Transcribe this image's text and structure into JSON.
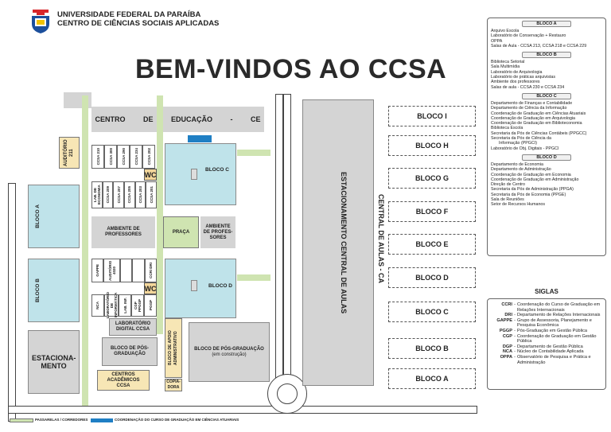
{
  "header": {
    "university": "UNIVERSIDADE FEDERAL DA PARAÍBA",
    "center": "CENTRO DE CIÊNCIAS SOCIAIS APLICADAS",
    "welcome": "BEM-VINDOS AO CCSA"
  },
  "map": {
    "centro_educacao": "CENTRO DE EDUCAÇÃO - CE",
    "auditorio_211": "AUDITÓRIO 211",
    "bloco_a": "BLOCO A",
    "bloco_b": "BLOCO B",
    "bloco_c": "BLOCO C",
    "bloco_d": "BLOCO D",
    "ambiente_professores": "AMBIENTE DE PROFESSORES",
    "praca": "PRAÇA",
    "ambiente_professores_2": "AMBIENTE DE PROFES-SORES",
    "wc": "WC",
    "estacionamento": "ESTACIONA-MENTO",
    "laboratorio_digital": "LABORATÓRIO DIGITAL CCSA",
    "bloco_pos": "BLOCO DE PÓS-GRADUAÇÃO",
    "centros_academicos": "CENTROS ACADÊMICOS CCSA",
    "bloco_apoio": "BLOCO DE APOIO ADMINISTRATIVO",
    "copiadora": "COPIA-DORA",
    "bloco_pos_construcao": "BLOCO DE PÓS-GRADUAÇÃO",
    "em_construcao": "(em construção)",
    "estacionamento_central": "ESTACIONAMENTO CENTRAL DE AULAS",
    "central_aulas": "CENTRAL DE AULAS - CA",
    "rooms_top": [
      "CCSA 210",
      "CCSA 300",
      "CCSA 290",
      "CCSA 234",
      "CCSA 202"
    ],
    "rooms_mid": [
      "LAB. DE ECONOMIA",
      "CCSA 209",
      "CCSA 207",
      "CCSA 205",
      "CCSA 203",
      "CCSA 201"
    ],
    "rooms_b": [
      "GAPPE",
      "AUDITÓRIO 4020",
      "",
      "",
      "CCRI DRI"
    ],
    "rooms_b2": [
      "NCA",
      "LABORATÓRIO DE INFORMÁTICA",
      "LAB. INF.",
      "CGP PPGGP",
      "PGGP"
    ],
    "ca_blocks": [
      "BLOCO I",
      "BLOCO H",
      "BLOCO G",
      "BLOCO F",
      "BLOCO E",
      "BLOCO D",
      "BLOCO C",
      "BLOCO B",
      "BLOCO A"
    ]
  },
  "legend": {
    "passarelas": "PASSARELAS / CORREDORES",
    "coordenacao": "COORDENAÇÃO DO CURSO DE GRADUAÇÃO EM CIÊNCIAS ATUARIAIS"
  },
  "panels": {
    "bloco_a": {
      "title": "BLOCO A",
      "items": [
        "Arquivo Escola",
        "Laboratório de Conservação + Restauro",
        "OPPA",
        "Salas de Aula - CCSA 213, CCSA 218 e CCSA 229"
      ]
    },
    "bloco_b": {
      "title": "BLOCO B",
      "items": [
        "Biblioteca Setorial",
        "Sala Multimídia",
        "Laboratório de Arquivologia",
        "Laboratório de práticas arquivistas",
        "Ambiente dos professores",
        "Salas de aula - CCSA 230 e CCSA 234"
      ]
    },
    "bloco_c": {
      "title": "BLOCO C",
      "items": [
        "Departamento de Finanças e Contabilidade",
        "Departamento de Ciência da Informação",
        "Coordenação de Graduação em Ciências Atuariais",
        "Coordenação de Graduação em Arquivologia",
        "Coordenação de Graduação em Biblioteconomia",
        "Biblioteca Escola",
        "Secretaria da Pós de Ciências Contábeis (PPGCC)",
        "Secretaria da Pós de Ciência da",
        "Informação (PPGCI)",
        "Laboratório de Obj. Digitais - PPGCI"
      ]
    },
    "bloco_d": {
      "title": "BLOCO D",
      "items": [
        "Departamento de Economia",
        "Departamento de Administração",
        "Coordenação de Graduação em Economia",
        "Coordenação de Graduação em Administração",
        "Direção de Centro",
        "Secretaria da Pós de Administração (PPGA)",
        "Secretaria da Pós de Economia (PPGE)",
        "Sala de Reuniões",
        "Setor de Recursos Humanos"
      ]
    },
    "siglas": {
      "title": "SIGLAS",
      "items": [
        {
          "k": "CCRI",
          "v": "Coordenação do Curso de Graduação em Relações Internacionais"
        },
        {
          "k": "DRI",
          "v": "Departamento de Relações Internacionais"
        },
        {
          "k": "GAPPE",
          "v": "Grupo de Assessoria, Planejamento e Pesquisa Econômica"
        },
        {
          "k": "PGGP",
          "v": "Pós-Graduação em Gestão Pública"
        },
        {
          "k": "CGP",
          "v": "Coordenação de Graduação em Gestão Pública"
        },
        {
          "k": "DGP",
          "v": "Departamento de Gestão Pública"
        },
        {
          "k": "NCA",
          "v": "Núcleo de Contabilidade Aplicada"
        },
        {
          "k": "OPPA",
          "v": "Observatório de Pesquisa e Prática e Administração"
        }
      ]
    }
  },
  "colors": {
    "building_blue": "#bfe3ea",
    "walkway_green": "#cfe4b1",
    "atuariais_blue": "#1f7fc4",
    "road_gray": "#d4d4d4"
  }
}
